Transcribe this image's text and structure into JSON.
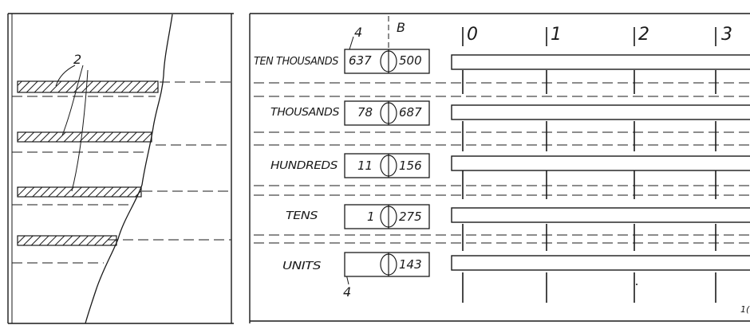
{
  "callouts": {
    "left_reference": "2",
    "register_reference_top": "4",
    "register_reference_bottom": "4",
    "axis_reference": "B"
  },
  "scale": {
    "digits": [
      "0",
      "1",
      "2",
      "3"
    ]
  },
  "rows": [
    {
      "label": "TEN THOUSANDS",
      "left_value": "637",
      "right_value": "500"
    },
    {
      "label": "THOUSANDS",
      "left_value": "78",
      "right_value": "687"
    },
    {
      "label": "HUNDREDS",
      "left_value": "11",
      "right_value": "156"
    },
    {
      "label": "TENS",
      "left_value": "1",
      "right_value": "275"
    },
    {
      "label": "UNITS",
      "left_value": "",
      "right_value": "143"
    }
  ],
  "corner_fragment": "1("
}
